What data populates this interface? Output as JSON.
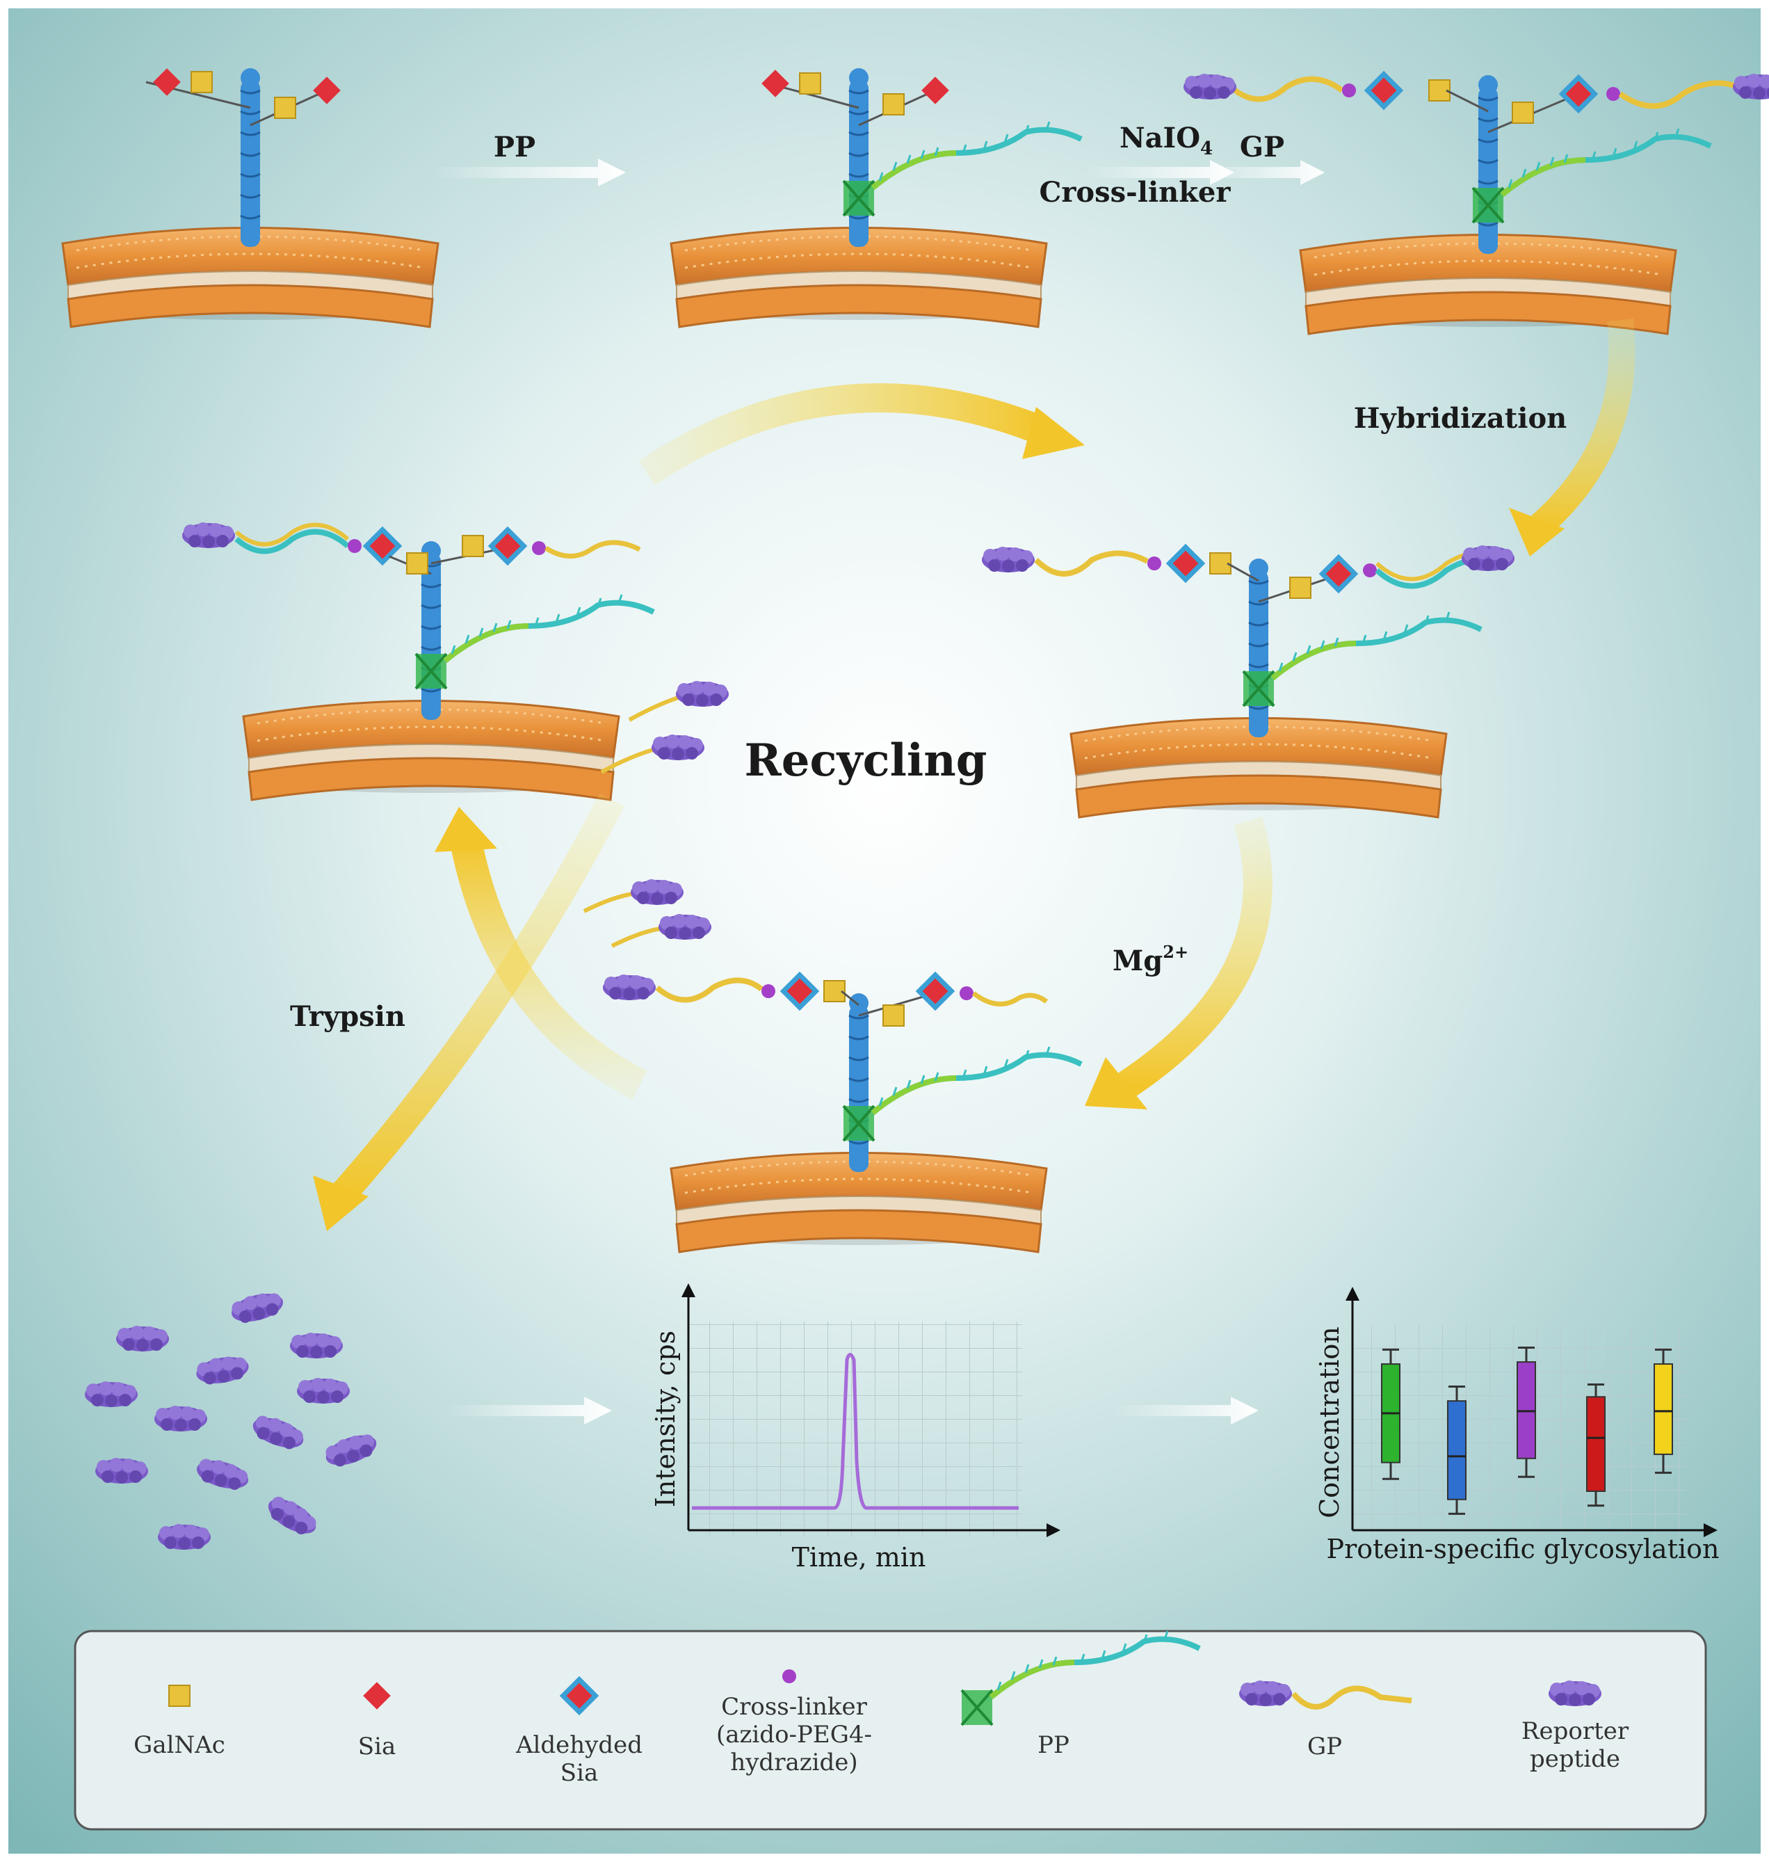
{
  "steps": {
    "pp": "PP",
    "naio4": "NaIO",
    "naio4_sub": "4",
    "crosslinker": "Cross-linker",
    "gp": "GP",
    "hybridization": "Hybridization",
    "recycling": "Recycling",
    "mg": "Mg",
    "mg_sup": "2+",
    "trypsin": "Trypsin"
  },
  "charts": {
    "ms": {
      "ylabel": "Intensity, cps",
      "xlabel": "Time, min"
    },
    "conc": {
      "ylabel": "Concentration",
      "xlabel": "Protein-specific glycosylation"
    }
  },
  "chart_data": {
    "type": "boxplot",
    "ylabel": "Concentration",
    "xlabel": "Protein-specific glycosylation",
    "boxes": [
      {
        "color": "#2db32d",
        "whisker_low": 0.25,
        "q1": 0.33,
        "median": 0.57,
        "q3": 0.81,
        "whisker_high": 0.88
      },
      {
        "color": "#2f6fd0",
        "whisker_low": 0.08,
        "q1": 0.15,
        "median": 0.36,
        "q3": 0.63,
        "whisker_high": 0.7
      },
      {
        "color": "#9b3fc8",
        "whisker_low": 0.26,
        "q1": 0.35,
        "median": 0.58,
        "q3": 0.82,
        "whisker_high": 0.89
      },
      {
        "color": "#cc1a1a",
        "whisker_low": 0.12,
        "q1": 0.19,
        "median": 0.45,
        "q3": 0.65,
        "whisker_high": 0.71
      },
      {
        "color": "#f2d21a",
        "whisker_low": 0.28,
        "q1": 0.37,
        "median": 0.58,
        "q3": 0.81,
        "whisker_high": 0.88
      }
    ]
  },
  "legend": {
    "items": [
      {
        "line1": "GalNAc",
        "line2": "",
        "line3": ""
      },
      {
        "line1": "Sia",
        "line2": "",
        "line3": ""
      },
      {
        "line1": "Aldehyded",
        "line2": "Sia",
        "line3": ""
      },
      {
        "line1": "Cross-linker",
        "line2": "(azido-PEG4-",
        "line3": "hydrazide)"
      },
      {
        "line1": "PP",
        "line2": "",
        "line3": ""
      },
      {
        "line1": "GP",
        "line2": "",
        "line3": ""
      },
      {
        "line1": "Reporter",
        "line2": "peptide",
        "line3": ""
      }
    ]
  },
  "colors": {
    "membrane": "#e8913a",
    "protein": "#3a8fd6",
    "galnac": "#e8c23a",
    "sia": "#e0303a",
    "peptide": "#7a5ac8",
    "arrow": "#f2c52a",
    "crosslinker": "#a43fc8"
  }
}
